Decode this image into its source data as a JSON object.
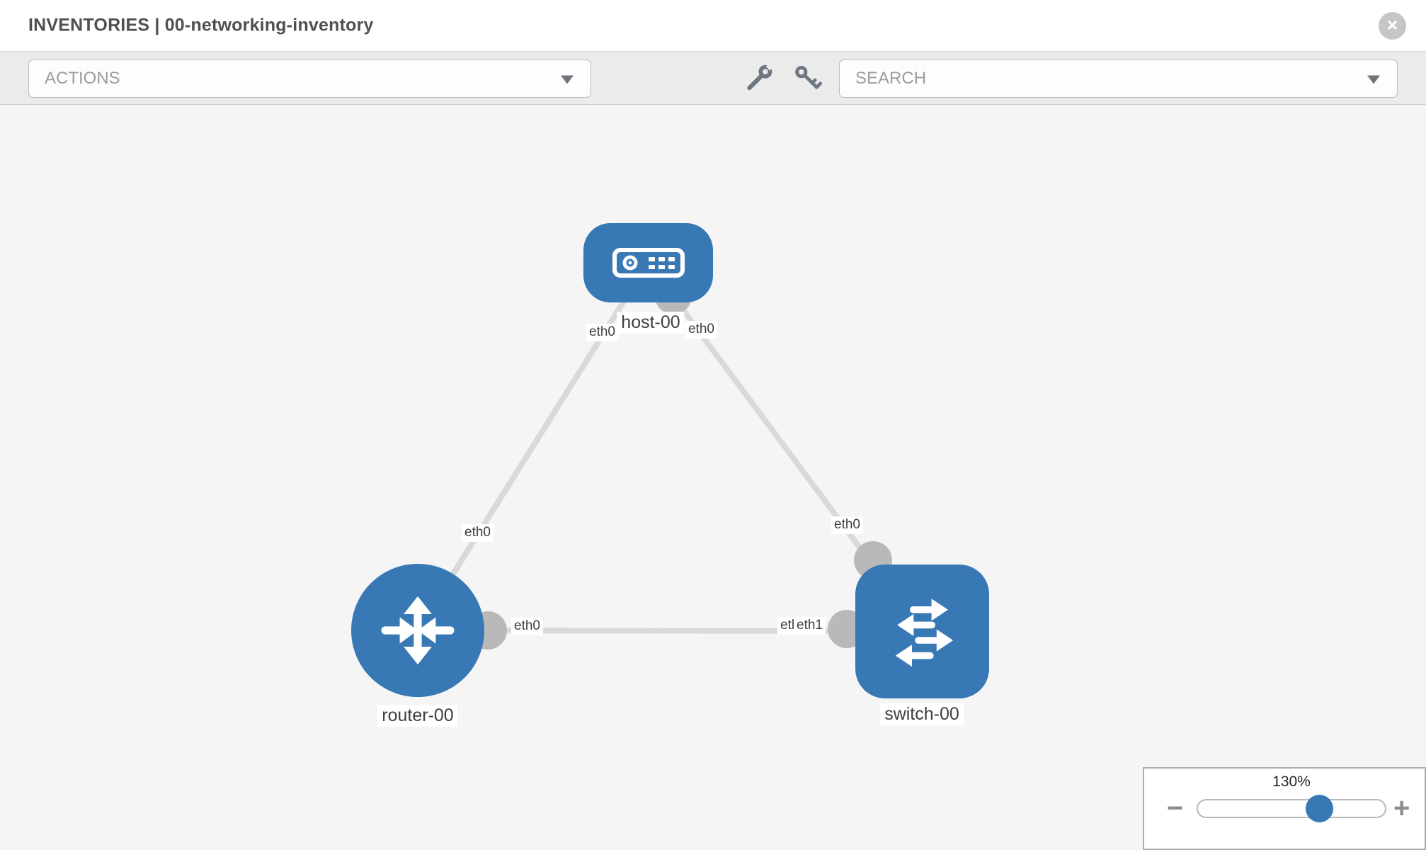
{
  "header": {
    "title": "INVENTORIES | 00-networking-inventory"
  },
  "toolbar": {
    "actions_label": "ACTIONS",
    "search_label": "SEARCH"
  },
  "icons": {
    "close_glyph": "✕",
    "wrench": "wrench-icon",
    "key": "key-icon",
    "caret": "caret-down-icon"
  },
  "colors": {
    "node_blue": "#3879b5",
    "link_gray": "#d9d9d9",
    "interface_gray": "#b9b9b9",
    "canvas_bg": "#f5f5f5",
    "toolbar_bg": "#ebebeb"
  },
  "topology": {
    "nodes": [
      {
        "id": "host-00",
        "label": "host-00",
        "type": "host"
      },
      {
        "id": "router-00",
        "label": "router-00",
        "type": "router"
      },
      {
        "id": "switch-00",
        "label": "switch-00",
        "type": "switch"
      }
    ],
    "links": [
      {
        "source": "host-00",
        "target": "router-00",
        "source_interface": "eth0",
        "target_interface": "eth0"
      },
      {
        "source": "host-00",
        "target": "switch-00",
        "source_interface": "eth0",
        "target_interface": "eth0"
      },
      {
        "source": "router-00",
        "target": "switch-00",
        "source_interface": "eth0",
        "target_interface": "eth1"
      }
    ],
    "iface_labels": [
      {
        "text": "eth0"
      },
      {
        "text": "eth0"
      },
      {
        "text": "eth0"
      },
      {
        "text": "eth0"
      },
      {
        "text": "eth0"
      },
      {
        "text": "eth0"
      },
      {
        "text": "eth1"
      }
    ]
  },
  "zoom": {
    "level": "130%",
    "percent": 130,
    "minus_glyph": "−",
    "plus_glyph": "+"
  }
}
